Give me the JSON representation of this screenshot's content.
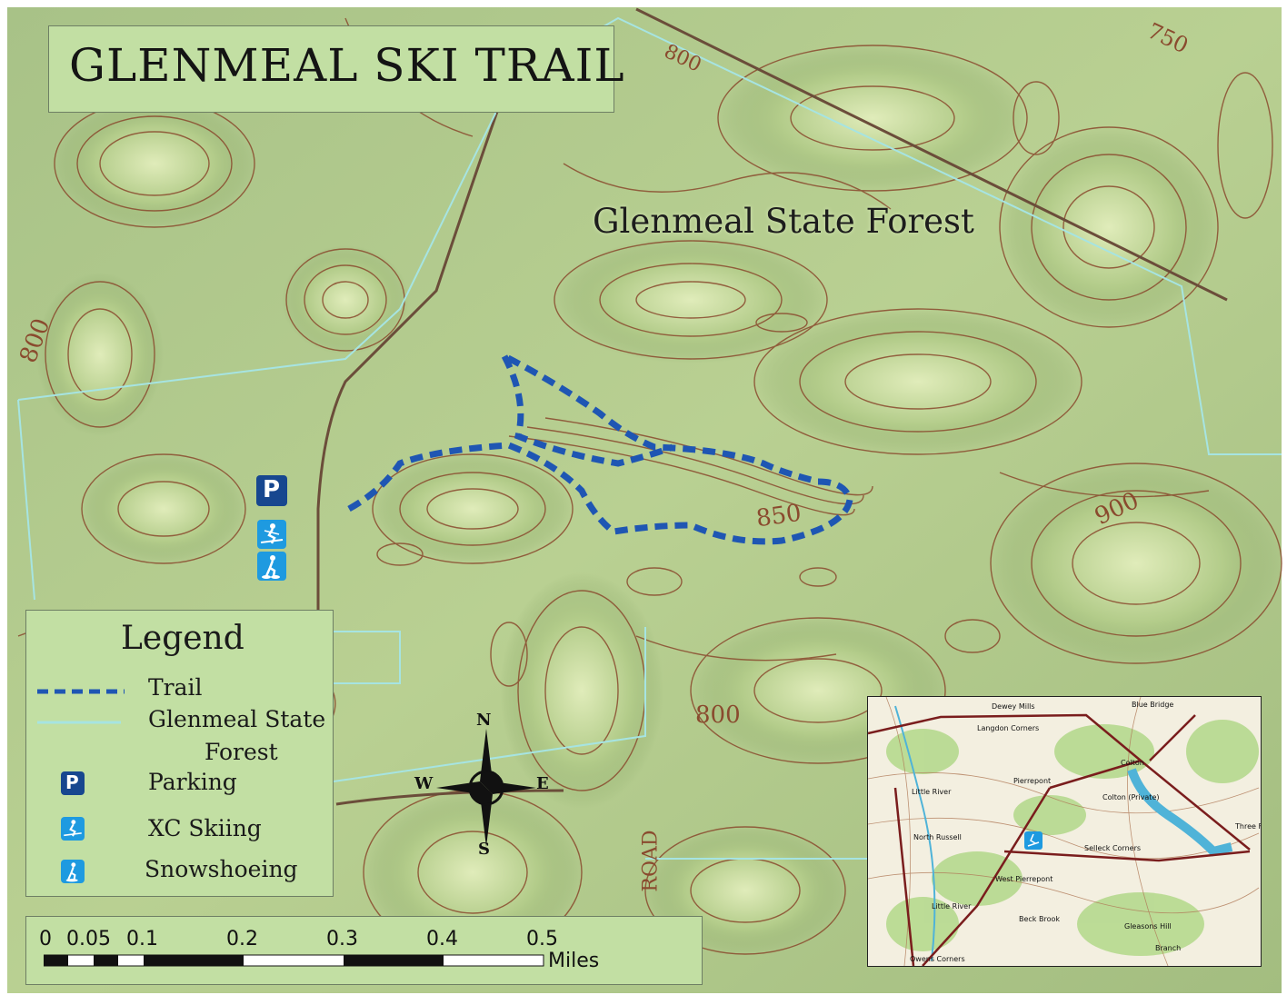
{
  "title": "GLENMEAL SKI TRAIL",
  "forest_label": "Glenmeal State Forest",
  "contour_labels": [
    "800",
    "800",
    "850",
    "900",
    "750",
    "800",
    "ROAD"
  ],
  "legend": {
    "title": "Legend",
    "items": [
      {
        "label": "Trail",
        "symbol": "dashed-blue-line"
      },
      {
        "label_line1": "Glenmeal State",
        "label_line2": "Forest",
        "symbol": "light-cyan-line"
      },
      {
        "label": "Parking",
        "symbol": "parking-icon"
      },
      {
        "label": "XC Skiing",
        "symbol": "xc-skiing-icon"
      },
      {
        "label": "Snowshoeing",
        "symbol": "snowshoeing-icon"
      }
    ]
  },
  "map_icons": {
    "parking_letter": "P"
  },
  "compass": {
    "n": "N",
    "s": "S",
    "e": "E",
    "w": "W"
  },
  "scale_bar": {
    "ticks": [
      "0",
      "0.05",
      "0.1",
      "0.2",
      "0.3",
      "0.4",
      "0.5"
    ],
    "units": "Miles"
  },
  "inset": {
    "labels": [
      "Dewey Mills",
      "Langdon Corners",
      "Pierrepont",
      "Colton",
      "Colton (Private)",
      "Little River",
      "North Russell",
      "West Pierrepont",
      "Selleck Corners",
      "Gleasons Hill",
      "Owens Corners",
      "Blue Bridge",
      "Three Falls",
      "Beck Brook",
      "Little River",
      "Branch"
    ]
  },
  "colors": {
    "trail": "#1f56b3",
    "boundary": "#a6e4e2",
    "contour": "#8a4a2e",
    "panel": "#c2dfa3",
    "terrain_light": "#c9dca0",
    "terrain_dark": "#8aa56e",
    "icon_blue_dark": "#17478f",
    "icon_blue_light": "#1e9ae0"
  }
}
